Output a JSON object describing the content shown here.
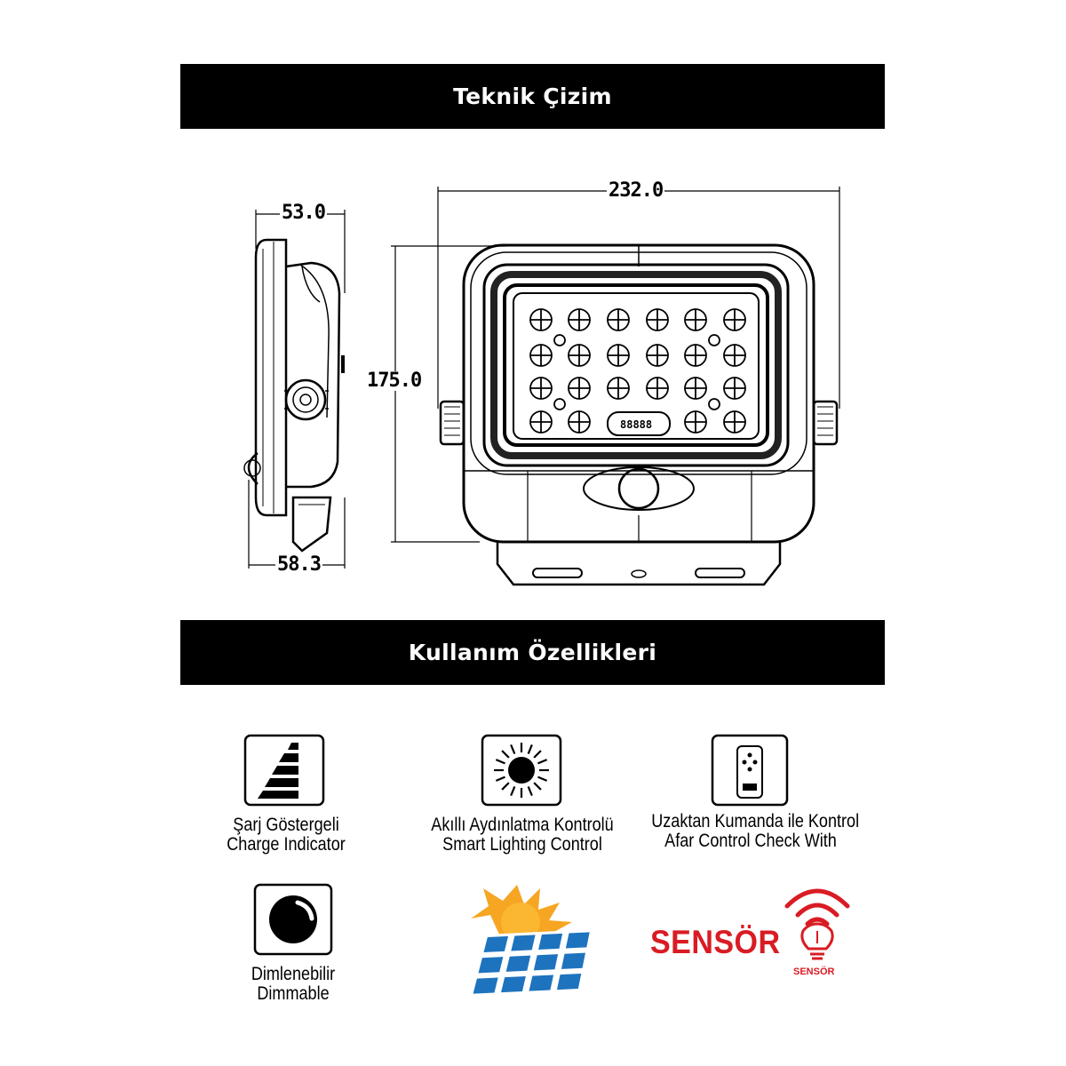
{
  "sections": {
    "technical_drawing_title": "Teknik Çizim",
    "usage_features_title": "Kullanım Özellikleri"
  },
  "dimensions": {
    "width": "232.0",
    "height": "175.0",
    "depth_top": "53.0",
    "depth_bottom": "58.3"
  },
  "product_display_text": "88888",
  "features": [
    {
      "icon": "charge-indicator-icon",
      "line1": "Şarj Göstergeli",
      "line2": "Charge Indicator"
    },
    {
      "icon": "sun-icon",
      "line1": "Akıllı Aydınlatma Kontrolü",
      "line2": "Smart Lighting Control"
    },
    {
      "icon": "remote-control-icon",
      "line1": "Uzaktan Kumanda ile Kontrol",
      "line2": "Afar Control Check With"
    },
    {
      "icon": "dimmer-icon",
      "line1": "Dimlenebilir",
      "line2": "Dimmable"
    },
    {
      "icon": "solar-panel-icon",
      "line1": "",
      "line2": ""
    },
    {
      "icon": "sensor-bulb-icon",
      "line1": "SENSÖR",
      "line2": "SENSÖR"
    }
  ],
  "colors": {
    "banner_bg": "#000000",
    "banner_text": "#ffffff",
    "sensor_red": "#d91c24",
    "solar_blue": "#1e73be",
    "sun_orange": "#f6a623"
  }
}
